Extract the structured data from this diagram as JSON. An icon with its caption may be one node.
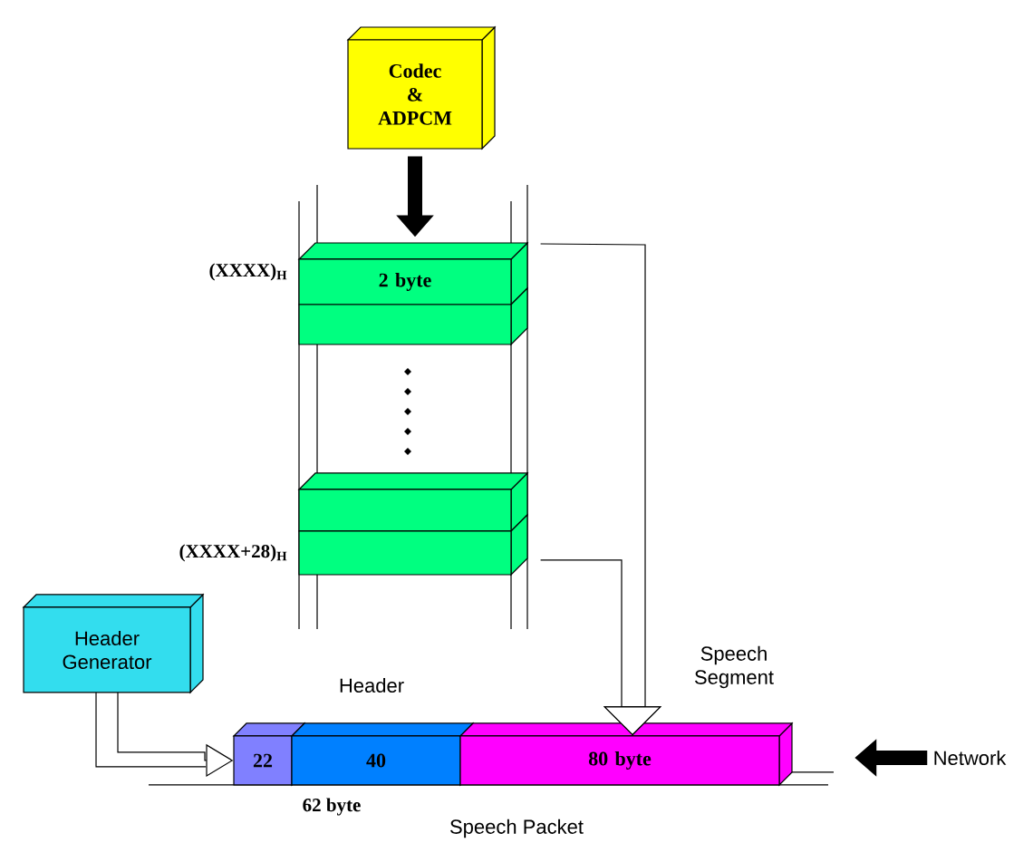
{
  "diagram": {
    "nodes": [
      {
        "text": [
          "Codec & ADPCM"
        ]
      },
      {
        "text": [
          "2 byte"
        ]
      },
      {
        "text": [],
        "shape": "box"
      },
      {
        "text": [],
        "shape": "box"
      },
      {
        "text": [],
        "shape": "box"
      },
      {
        "text": [
          "Header Generator"
        ]
      },
      {
        "text": [
          "22"
        ]
      },
      {
        "text": [
          "40"
        ]
      },
      {
        "text": [
          "80 byte"
        ]
      },
      {
        "text": [
          "Network"
        ]
      }
    ],
    "edges": [
      {
        "from": 0,
        "to": 1,
        "arrow": "to",
        "style": "thick"
      },
      {
        "from": 1,
        "to": 8,
        "arrow": "to"
      },
      {
        "from": 4,
        "to": 8,
        "arrow": "to"
      },
      {
        "from": 5,
        "to": 6,
        "arrow": "to"
      },
      {
        "from": 9,
        "to": null,
        "arrow": "to",
        "style": "thick"
      }
    ],
    "labels": [
      "(XXXX)$_{H}$",
      "(XXXX+28)$_{H}$",
      "Header",
      "Speech Segment",
      "62 byte",
      "Speech Packet"
    ]
  }
}
